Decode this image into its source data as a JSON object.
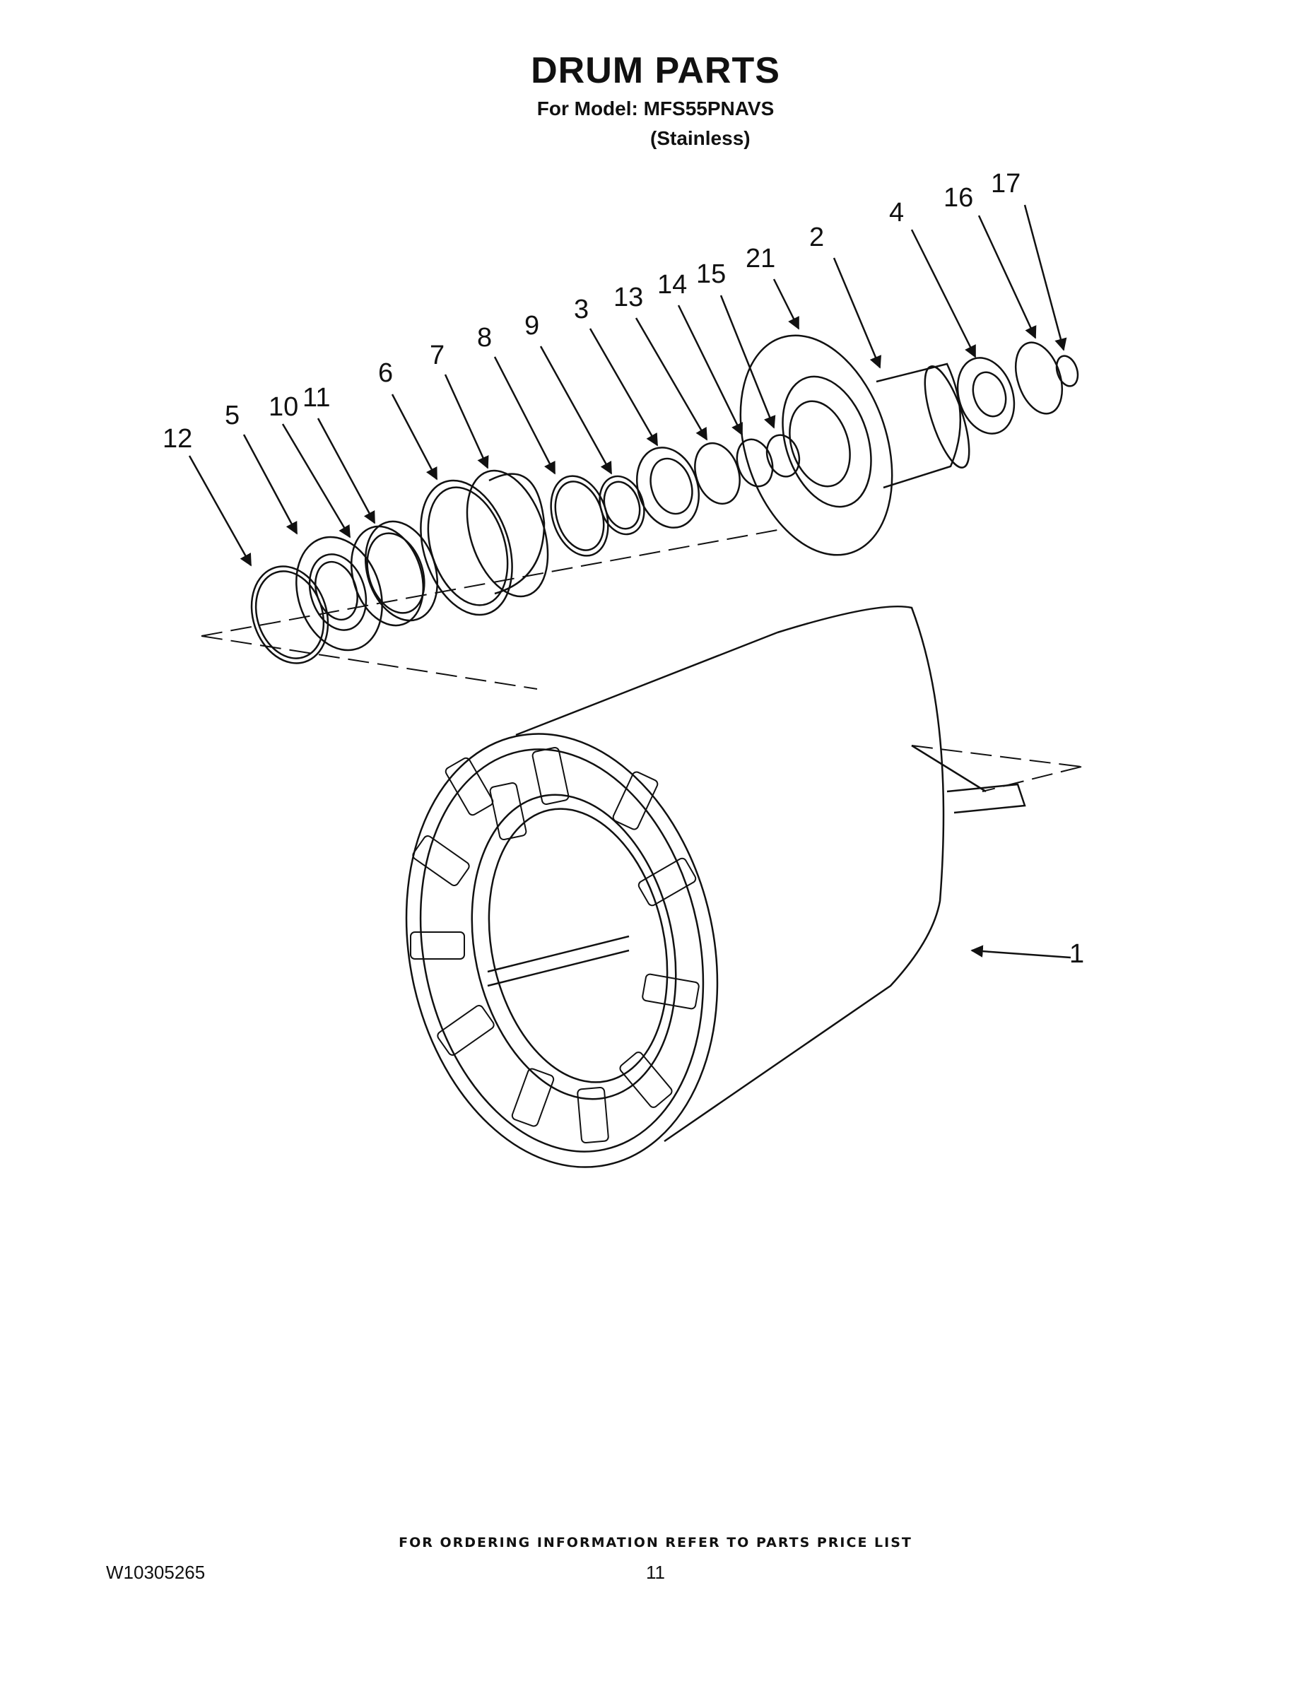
{
  "header": {
    "title": "DRUM PARTS",
    "model_line": "For Model: MFS55PNAVS",
    "variant_line": "(Stainless)"
  },
  "callouts": [
    "1",
    "2",
    "3",
    "4",
    "5",
    "6",
    "7",
    "8",
    "9",
    "10",
    "11",
    "12",
    "13",
    "14",
    "15",
    "16",
    "17",
    "21"
  ],
  "footer": {
    "ordering_note": "FOR ORDERING INFORMATION REFER TO PARTS PRICE LIST",
    "document_number": "W10305265",
    "page_number": "11"
  }
}
